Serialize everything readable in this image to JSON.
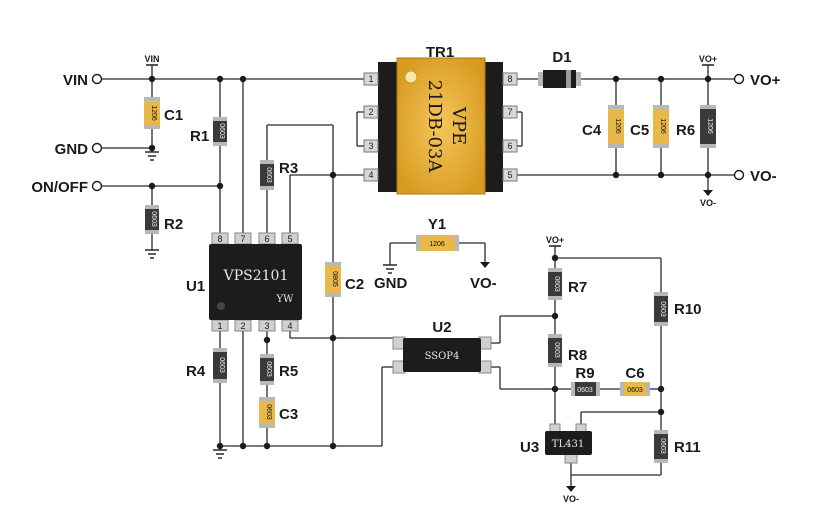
{
  "labels": {
    "vin": "VIN",
    "gnd": "GND",
    "onoff": "ON/OFF",
    "vo_plus": "VO+",
    "vo_minus": "VO-",
    "vin_small": "VIN",
    "vo_plus_small": "VO+",
    "vo_minus_small": "VO-",
    "y1_gnd": "GND",
    "y1_vo_minus": "VO-",
    "u3_vo_minus_small": "VO-",
    "r7_vo_plus_small": "VO+"
  },
  "components": {
    "tr1": {
      "ref": "TR1",
      "line1": "VPE",
      "line2": "21DB-03A"
    },
    "d1": {
      "ref": "D1"
    },
    "u1": {
      "ref": "U1",
      "part": "VPS2101",
      "mark": "YW",
      "pins_top": [
        "8",
        "7",
        "6",
        "5"
      ],
      "pins_bottom": [
        "1",
        "2",
        "3",
        "4"
      ]
    },
    "u2": {
      "ref": "U2",
      "part": "SSOP4"
    },
    "u3": {
      "ref": "U3",
      "part": "TL431"
    },
    "y1": {
      "ref": "Y1",
      "code": "1206"
    },
    "c1": {
      "ref": "C1",
      "code": "1206"
    },
    "c2": {
      "ref": "C2",
      "code": "0805"
    },
    "c3": {
      "ref": "C3",
      "code": "0603"
    },
    "c4": {
      "ref": "C4",
      "code": "1206"
    },
    "c5": {
      "ref": "C5",
      "code": "1206"
    },
    "c6": {
      "ref": "C6",
      "code": "0603"
    },
    "r1": {
      "ref": "R1",
      "code": "0603"
    },
    "r2": {
      "ref": "R2",
      "code": "0603"
    },
    "r3": {
      "ref": "R3",
      "code": "0603"
    },
    "r4": {
      "ref": "R4",
      "code": "0603"
    },
    "r5": {
      "ref": "R5",
      "code": "0603"
    },
    "r6": {
      "ref": "R6",
      "code": "1206"
    },
    "r7": {
      "ref": "R7",
      "code": "0603"
    },
    "r8": {
      "ref": "R8",
      "code": "0603"
    },
    "r9": {
      "ref": "R9",
      "code": "0603"
    },
    "r10": {
      "ref": "R10",
      "code": "0603"
    },
    "r11": {
      "ref": "R11",
      "code": "0603"
    }
  },
  "transformer_pins": {
    "p1": "1",
    "p2": "2",
    "p3": "3",
    "p4": "4",
    "p5": "5",
    "p6": "6",
    "p7": "7",
    "p8": "8"
  },
  "colors": {
    "capacitor": "#e8b84a",
    "resistor": "#3a3a3a",
    "resistor_cap": "#b8b8b8",
    "chip": "#1c1c1c",
    "transformer": "#e8b030",
    "wire": "#2a2a2a"
  }
}
